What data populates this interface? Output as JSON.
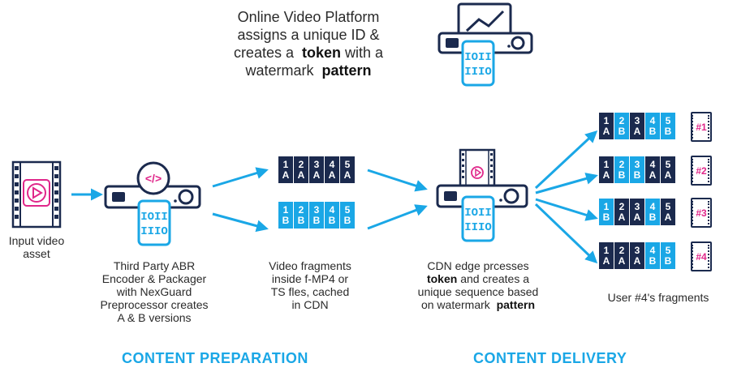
{
  "top_caption": {
    "line1": "Online Video Platform",
    "line2": "assigns a unique ID &",
    "line3_pre": "creates a",
    "line3_bold": "token",
    "line3_post": "with a",
    "line4_pre": "watermark",
    "line4_bold": "pattern"
  },
  "input_caption": [
    "Input video",
    "asset"
  ],
  "encoder_caption": [
    "Third Party ABR",
    "Encoder & Packager",
    "with NexGuard",
    "Preprocessor creates",
    "A & B versions"
  ],
  "fragments_caption": [
    "Video fragments",
    "inside f-MP4 or",
    "TS fles, cached",
    "in CDN"
  ],
  "cdn_caption": {
    "line1": "CDN edge prcesses",
    "line2_bold": "token",
    "line2_post": "and creates a",
    "line3": "unique sequence based",
    "line4_pre": "on watermark",
    "line4_bold": "pattern"
  },
  "user_caption": "User #4's fragments",
  "sections": {
    "preparation": "CONTENT PREPARATION",
    "delivery": "CONTENT DELIVERY"
  },
  "code_symbol": "</>",
  "binary_text": [
    "IOII",
    "IIIO"
  ],
  "version_a": {
    "numbers": [
      "1",
      "2",
      "3",
      "4",
      "5"
    ],
    "letters": [
      "A",
      "A",
      "A",
      "A",
      "A"
    ]
  },
  "version_b": {
    "numbers": [
      "1",
      "2",
      "3",
      "4",
      "5"
    ],
    "letters": [
      "B",
      "B",
      "B",
      "B",
      "B"
    ]
  },
  "user_sequences": [
    {
      "tag": "#1",
      "numbers": [
        "1",
        "2",
        "3",
        "4",
        "5"
      ],
      "letters": [
        "A",
        "B",
        "A",
        "B",
        "B"
      ]
    },
    {
      "tag": "#2",
      "numbers": [
        "1",
        "2",
        "3",
        "4",
        "5"
      ],
      "letters": [
        "A",
        "B",
        "B",
        "A",
        "A"
      ]
    },
    {
      "tag": "#3",
      "numbers": [
        "1",
        "2",
        "3",
        "4",
        "5"
      ],
      "letters": [
        "B",
        "A",
        "A",
        "B",
        "A"
      ]
    },
    {
      "tag": "#4",
      "numbers": [
        "1",
        "2",
        "3",
        "4",
        "5"
      ],
      "letters": [
        "A",
        "A",
        "A",
        "B",
        "B"
      ]
    }
  ],
  "colors": {
    "navy": "#1b2a4e",
    "cyan": "#1aa7e6",
    "magenta": "#e0278a",
    "text": "#2a2a2a"
  }
}
